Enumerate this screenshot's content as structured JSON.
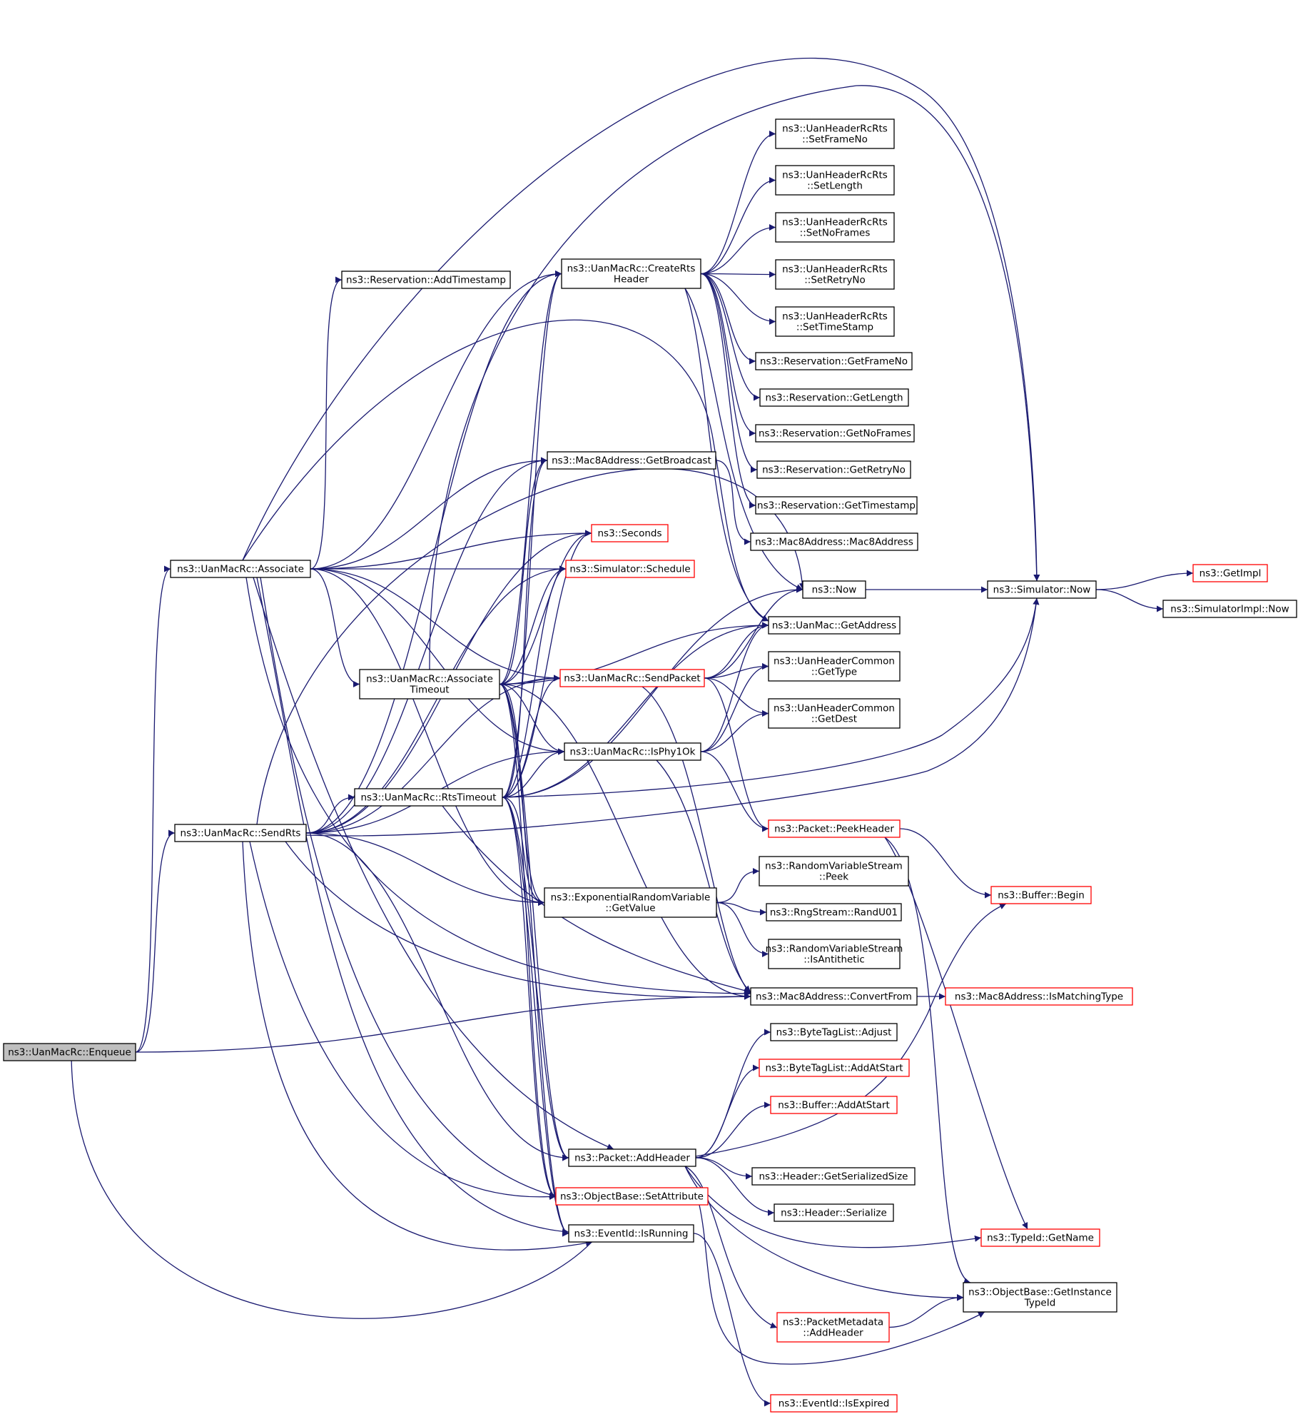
{
  "diagram": {
    "title": "",
    "colors": {
      "edge": "#191970",
      "node_border": "#000000",
      "node_border_truncated": "#ff0000",
      "node_fill": "#ffffff",
      "root_fill": "#bfbfbf",
      "text": "#000000"
    },
    "nodes": [
      {
        "id": "enqueue",
        "lines": [
          "ns3::UanMacRc::Enqueue"
        ],
        "style": "root"
      },
      {
        "id": "associate",
        "lines": [
          "ns3::UanMacRc::Associate"
        ],
        "style": "normal"
      },
      {
        "id": "sendrts",
        "lines": [
          "ns3::UanMacRc::SendRts"
        ],
        "style": "normal"
      },
      {
        "id": "addtimestamp",
        "lines": [
          "ns3::Reservation::AddTimestamp"
        ],
        "style": "normal"
      },
      {
        "id": "assoctimeout",
        "lines": [
          "ns3::UanMacRc::Associate",
          "Timeout"
        ],
        "style": "normal"
      },
      {
        "id": "rtstimeout",
        "lines": [
          "ns3::UanMacRc::RtsTimeout"
        ],
        "style": "normal"
      },
      {
        "id": "createrts",
        "lines": [
          "ns3::UanMacRc::CreateRts",
          "Header"
        ],
        "style": "normal"
      },
      {
        "id": "getbroadcast",
        "lines": [
          "ns3::Mac8Address::GetBroadcast"
        ],
        "style": "normal"
      },
      {
        "id": "seconds",
        "lines": [
          "ns3::Seconds"
        ],
        "style": "truncated"
      },
      {
        "id": "schedule",
        "lines": [
          "ns3::Simulator::Schedule"
        ],
        "style": "truncated"
      },
      {
        "id": "sendpacket",
        "lines": [
          "ns3::UanMacRc::SendPacket"
        ],
        "style": "truncated"
      },
      {
        "id": "isphy1ok",
        "lines": [
          "ns3::UanMacRc::IsPhy1Ok"
        ],
        "style": "normal"
      },
      {
        "id": "expgetvalue",
        "lines": [
          "ns3::ExponentialRandomVariable",
          "::GetValue"
        ],
        "style": "normal"
      },
      {
        "id": "pktaddheader",
        "lines": [
          "ns3::Packet::AddHeader"
        ],
        "style": "normal"
      },
      {
        "id": "setattribute",
        "lines": [
          "ns3::ObjectBase::SetAttribute"
        ],
        "style": "truncated"
      },
      {
        "id": "isrunning",
        "lines": [
          "ns3::EventId::IsRunning"
        ],
        "style": "normal"
      },
      {
        "id": "setframeno",
        "lines": [
          "ns3::UanHeaderRcRts",
          "::SetFrameNo"
        ],
        "style": "normal"
      },
      {
        "id": "setlength",
        "lines": [
          "ns3::UanHeaderRcRts",
          "::SetLength"
        ],
        "style": "normal"
      },
      {
        "id": "setnoframes",
        "lines": [
          "ns3::UanHeaderRcRts",
          "::SetNoFrames"
        ],
        "style": "normal"
      },
      {
        "id": "setretryno",
        "lines": [
          "ns3::UanHeaderRcRts",
          "::SetRetryNo"
        ],
        "style": "normal"
      },
      {
        "id": "settimestamp",
        "lines": [
          "ns3::UanHeaderRcRts",
          "::SetTimeStamp"
        ],
        "style": "normal"
      },
      {
        "id": "getframeno",
        "lines": [
          "ns3::Reservation::GetFrameNo"
        ],
        "style": "normal"
      },
      {
        "id": "getlength",
        "lines": [
          "ns3::Reservation::GetLength"
        ],
        "style": "normal"
      },
      {
        "id": "getnoframes",
        "lines": [
          "ns3::Reservation::GetNoFrames"
        ],
        "style": "normal"
      },
      {
        "id": "getretryno",
        "lines": [
          "ns3::Reservation::GetRetryNo"
        ],
        "style": "normal"
      },
      {
        "id": "gettimestamp",
        "lines": [
          "ns3::Reservation::GetTimestamp"
        ],
        "style": "normal"
      },
      {
        "id": "mac8ctor",
        "lines": [
          "ns3::Mac8Address::Mac8Address"
        ],
        "style": "normal"
      },
      {
        "id": "now",
        "lines": [
          "ns3::Now"
        ],
        "style": "normal"
      },
      {
        "id": "getaddress",
        "lines": [
          "ns3::UanMac::GetAddress"
        ],
        "style": "normal"
      },
      {
        "id": "gettype",
        "lines": [
          "ns3::UanHeaderCommon",
          "::GetType"
        ],
        "style": "normal"
      },
      {
        "id": "getdest",
        "lines": [
          "ns3::UanHeaderCommon",
          "::GetDest"
        ],
        "style": "normal"
      },
      {
        "id": "peekheader",
        "lines": [
          "ns3::Packet::PeekHeader"
        ],
        "style": "truncated"
      },
      {
        "id": "peek",
        "lines": [
          "ns3::RandomVariableStream",
          "::Peek"
        ],
        "style": "normal"
      },
      {
        "id": "randu01",
        "lines": [
          "ns3::RngStream::RandU01"
        ],
        "style": "normal"
      },
      {
        "id": "isantithetic",
        "lines": [
          "ns3::RandomVariableStream",
          "::IsAntithetic"
        ],
        "style": "normal"
      },
      {
        "id": "convertfrom",
        "lines": [
          "ns3::Mac8Address::ConvertFrom"
        ],
        "style": "normal"
      },
      {
        "id": "adjust",
        "lines": [
          "ns3::ByteTagList::Adjust"
        ],
        "style": "normal"
      },
      {
        "id": "btladdatstart",
        "lines": [
          "ns3::ByteTagList::AddAtStart"
        ],
        "style": "truncated"
      },
      {
        "id": "bufaddatstart",
        "lines": [
          "ns3::Buffer::AddAtStart"
        ],
        "style": "truncated"
      },
      {
        "id": "getserializedsize",
        "lines": [
          "ns3::Header::GetSerializedSize"
        ],
        "style": "normal"
      },
      {
        "id": "serialize",
        "lines": [
          "ns3::Header::Serialize"
        ],
        "style": "normal"
      },
      {
        "id": "pmaddheader",
        "lines": [
          "ns3::PacketMetadata",
          "::AddHeader"
        ],
        "style": "truncated"
      },
      {
        "id": "isexpired",
        "lines": [
          "ns3::EventId::IsExpired"
        ],
        "style": "truncated"
      },
      {
        "id": "simnow",
        "lines": [
          "ns3::Simulator::Now"
        ],
        "style": "normal"
      },
      {
        "id": "getimpl",
        "lines": [
          "ns3::GetImpl"
        ],
        "style": "truncated"
      },
      {
        "id": "simimplnow",
        "lines": [
          "ns3::SimulatorImpl::Now"
        ],
        "style": "normal"
      },
      {
        "id": "bufbegin",
        "lines": [
          "ns3::Buffer::Begin"
        ],
        "style": "truncated"
      },
      {
        "id": "ismatchingtype",
        "lines": [
          "ns3::Mac8Address::IsMatchingType"
        ],
        "style": "truncated"
      },
      {
        "id": "typeidgetname",
        "lines": [
          "ns3::TypeId::GetName"
        ],
        "style": "truncated"
      },
      {
        "id": "getinstancetypeid",
        "lines": [
          "ns3::ObjectBase::GetInstance",
          "TypeId"
        ],
        "style": "normal"
      }
    ],
    "edges": [
      [
        "enqueue",
        "associate"
      ],
      [
        "enqueue",
        "sendrts"
      ],
      [
        "enqueue",
        "convertfrom"
      ],
      [
        "enqueue",
        "isrunning"
      ],
      [
        "associate",
        "addtimestamp"
      ],
      [
        "associate",
        "createrts"
      ],
      [
        "associate",
        "getbroadcast"
      ],
      [
        "associate",
        "seconds"
      ],
      [
        "associate",
        "schedule"
      ],
      [
        "associate",
        "sendpacket"
      ],
      [
        "associate",
        "assoctimeout"
      ],
      [
        "associate",
        "isphy1ok"
      ],
      [
        "associate",
        "expgetvalue"
      ],
      [
        "associate",
        "pktaddheader"
      ],
      [
        "associate",
        "setattribute"
      ],
      [
        "associate",
        "isrunning"
      ],
      [
        "associate",
        "simnow"
      ],
      [
        "associate",
        "getaddress"
      ],
      [
        "associate",
        "convertfrom"
      ],
      [
        "sendrts",
        "createrts"
      ],
      [
        "sendrts",
        "getbroadcast"
      ],
      [
        "sendrts",
        "seconds"
      ],
      [
        "sendrts",
        "schedule"
      ],
      [
        "sendrts",
        "sendpacket"
      ],
      [
        "sendrts",
        "rtstimeout"
      ],
      [
        "sendrts",
        "isphy1ok"
      ],
      [
        "sendrts",
        "expgetvalue"
      ],
      [
        "sendrts",
        "pktaddheader"
      ],
      [
        "sendrts",
        "setattribute"
      ],
      [
        "sendrts",
        "isrunning"
      ],
      [
        "sendrts",
        "simnow"
      ],
      [
        "sendrts",
        "convertfrom"
      ],
      [
        "sendrts",
        "now"
      ],
      [
        "assoctimeout",
        "createrts"
      ],
      [
        "assoctimeout",
        "getbroadcast"
      ],
      [
        "assoctimeout",
        "seconds"
      ],
      [
        "assoctimeout",
        "schedule"
      ],
      [
        "assoctimeout",
        "sendpacket"
      ],
      [
        "assoctimeout",
        "isphy1ok"
      ],
      [
        "assoctimeout",
        "expgetvalue"
      ],
      [
        "assoctimeout",
        "pktaddheader"
      ],
      [
        "assoctimeout",
        "setattribute"
      ],
      [
        "assoctimeout",
        "isrunning"
      ],
      [
        "assoctimeout",
        "getaddress"
      ],
      [
        "assoctimeout",
        "convertfrom"
      ],
      [
        "assoctimeout",
        "simnow"
      ],
      [
        "rtstimeout",
        "createrts"
      ],
      [
        "rtstimeout",
        "getbroadcast"
      ],
      [
        "rtstimeout",
        "seconds"
      ],
      [
        "rtstimeout",
        "schedule"
      ],
      [
        "rtstimeout",
        "sendpacket"
      ],
      [
        "rtstimeout",
        "isphy1ok"
      ],
      [
        "rtstimeout",
        "expgetvalue"
      ],
      [
        "rtstimeout",
        "pktaddheader"
      ],
      [
        "rtstimeout",
        "setattribute"
      ],
      [
        "rtstimeout",
        "isrunning"
      ],
      [
        "rtstimeout",
        "simnow"
      ],
      [
        "rtstimeout",
        "getaddress"
      ],
      [
        "rtstimeout",
        "now"
      ],
      [
        "rtstimeout",
        "convertfrom"
      ],
      [
        "createrts",
        "setframeno"
      ],
      [
        "createrts",
        "setlength"
      ],
      [
        "createrts",
        "setnoframes"
      ],
      [
        "createrts",
        "setretryno"
      ],
      [
        "createrts",
        "settimestamp"
      ],
      [
        "createrts",
        "getframeno"
      ],
      [
        "createrts",
        "getlength"
      ],
      [
        "createrts",
        "getnoframes"
      ],
      [
        "createrts",
        "getretryno"
      ],
      [
        "createrts",
        "gettimestamp"
      ],
      [
        "createrts",
        "now"
      ],
      [
        "createrts",
        "getaddress"
      ],
      [
        "getbroadcast",
        "mac8ctor"
      ],
      [
        "sendpacket",
        "getaddress"
      ],
      [
        "sendpacket",
        "gettype"
      ],
      [
        "sendpacket",
        "getdest"
      ],
      [
        "sendpacket",
        "now"
      ],
      [
        "sendpacket",
        "peekheader"
      ],
      [
        "sendpacket",
        "convertfrom"
      ],
      [
        "isphy1ok",
        "getaddress"
      ],
      [
        "isphy1ok",
        "gettype"
      ],
      [
        "isphy1ok",
        "getdest"
      ],
      [
        "isphy1ok",
        "peekheader"
      ],
      [
        "isphy1ok",
        "convertfrom"
      ],
      [
        "expgetvalue",
        "peek"
      ],
      [
        "expgetvalue",
        "randu01"
      ],
      [
        "expgetvalue",
        "isantithetic"
      ],
      [
        "pktaddheader",
        "adjust"
      ],
      [
        "pktaddheader",
        "btladdatstart"
      ],
      [
        "pktaddheader",
        "bufaddatstart"
      ],
      [
        "pktaddheader",
        "getserializedsize"
      ],
      [
        "pktaddheader",
        "serialize"
      ],
      [
        "pktaddheader",
        "pmaddheader"
      ],
      [
        "pktaddheader",
        "bufbegin"
      ],
      [
        "pktaddheader",
        "typeidgetname"
      ],
      [
        "pktaddheader",
        "getinstancetypeid"
      ],
      [
        "setattribute",
        "getinstancetypeid"
      ],
      [
        "isrunning",
        "isexpired"
      ],
      [
        "now",
        "simnow"
      ],
      [
        "simnow",
        "getimpl"
      ],
      [
        "simnow",
        "simimplnow"
      ],
      [
        "peekheader",
        "bufbegin"
      ],
      [
        "peekheader",
        "typeidgetname"
      ],
      [
        "peekheader",
        "getinstancetypeid"
      ],
      [
        "convertfrom",
        "ismatchingtype"
      ],
      [
        "pmaddheader",
        "getinstancetypeid"
      ]
    ]
  }
}
